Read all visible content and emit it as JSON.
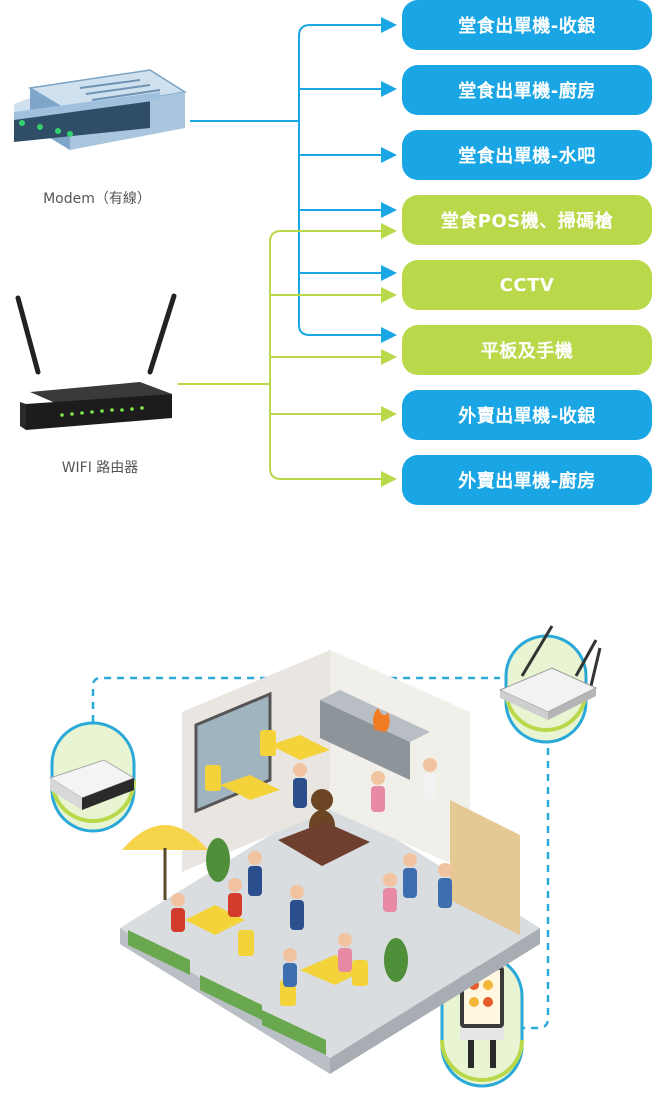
{
  "devices": {
    "modem_label": "Modem（有線）",
    "wifi_label": "WIFI 路由器"
  },
  "colors": {
    "wired": "#1aa6e4",
    "wifi": "#b9d84a",
    "dashed": "#2aa9d9"
  },
  "targets": [
    {
      "label": "堂食出單機-收銀",
      "color": "blue"
    },
    {
      "label": "堂食出單機-廚房",
      "color": "blue"
    },
    {
      "label": "堂食出單機-水吧",
      "color": "blue"
    },
    {
      "label": "堂食POS機、掃碼槍",
      "color": "green"
    },
    {
      "label": "CCTV",
      "color": "green"
    },
    {
      "label": "平板及手機",
      "color": "green"
    },
    {
      "label": "外賣出單機-收銀",
      "color": "blue"
    },
    {
      "label": "外賣出單機-廚房",
      "color": "blue"
    }
  ]
}
